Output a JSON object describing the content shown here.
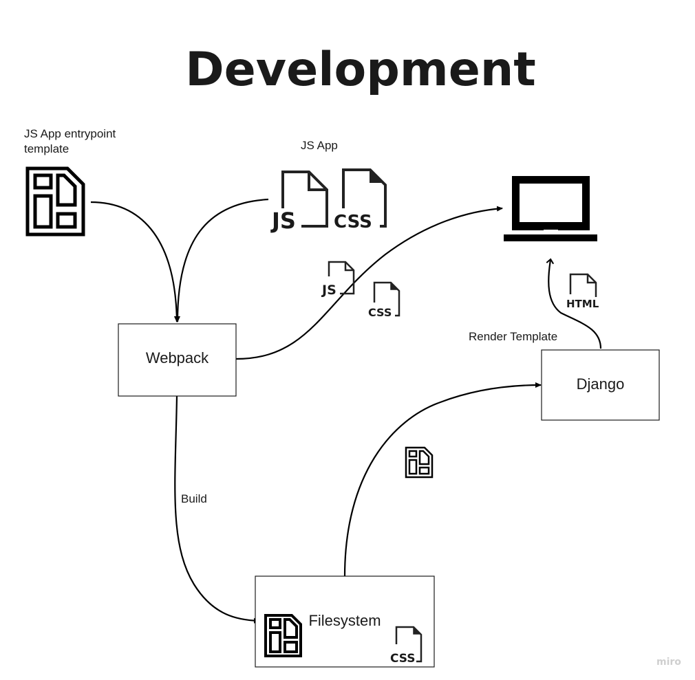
{
  "title": "Development",
  "labels": {
    "entrypoint_line1": "JS App entrypoint",
    "entrypoint_line2": "template",
    "js_app": "JS App",
    "build": "Build",
    "render_template": "Render Template"
  },
  "nodes": {
    "webpack": "Webpack",
    "django": "Django",
    "filesystem": "Filesystem"
  },
  "icons": {
    "js": "JS",
    "css": "CSS",
    "html": "HTML",
    "template": "template-file-icon",
    "laptop": "laptop-icon"
  },
  "watermark": "miro",
  "colors": {
    "stroke": "#1a1a1a",
    "background": "#ffffff",
    "watermark": "#cfcfcf"
  }
}
